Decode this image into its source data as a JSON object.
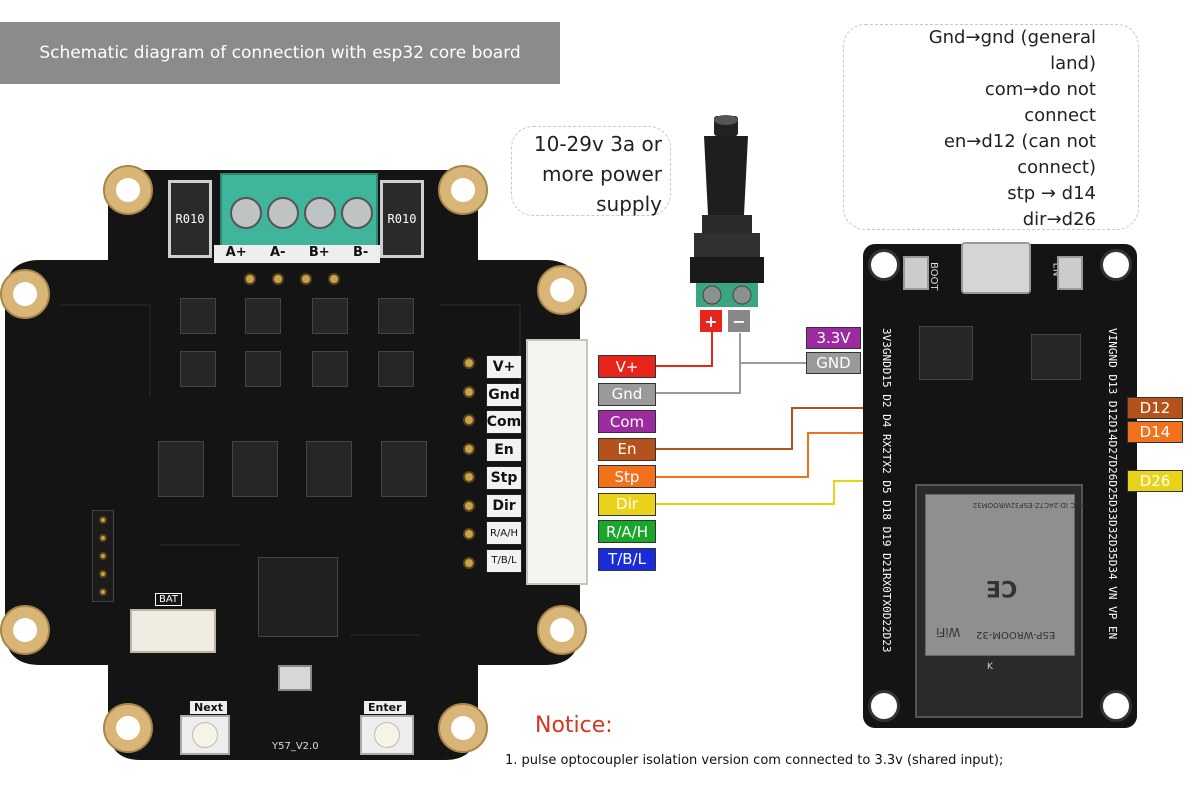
{
  "banner": "Schematic diagram of connection with esp32 core board",
  "power_note": [
    "10-29v 3a or",
    "more power",
    "supply"
  ],
  "mapping_note": [
    "Gnd→gnd (general",
    "land)",
    "com→do not",
    "connect",
    "en→d12 (can not",
    "connect)",
    "stp → d14",
    "dir→d26"
  ],
  "driver_board": {
    "motor_terminal_labels": [
      "A+",
      "A-",
      "B+",
      "B-"
    ],
    "resistor_labels": [
      "R010",
      "R010"
    ],
    "header_labels": [
      "V+",
      "Gnd",
      "Com",
      "En",
      "Stp",
      "Dir",
      "R/A/H",
      "T/B/L"
    ],
    "bat_label": "BAT",
    "next_button": "Next",
    "enter_button": "Enter",
    "version": "Y57_V2.0"
  },
  "signal_labels": [
    {
      "text": "V+",
      "color": "#e8251b"
    },
    {
      "text": "Gnd",
      "color": "#9a9a9a"
    },
    {
      "text": "Com",
      "color": "#9b2b9e"
    },
    {
      "text": "En",
      "color": "#b4521b"
    },
    {
      "text": "Stp",
      "color": "#f2711d"
    },
    {
      "text": "Dir",
      "color": "#e9d21a"
    },
    {
      "text": "R/A/H",
      "color": "#1aa62b"
    },
    {
      "text": "T/B/L",
      "color": "#1a2bd9"
    }
  ],
  "power_jack": {
    "plus": "+",
    "minus": "−",
    "plus_color": "#e8251b",
    "minus_color": "#888888"
  },
  "esp32_labels": [
    {
      "text": "3.3V",
      "color": "#9b2b9e"
    },
    {
      "text": "GND",
      "color": "#9a9a9a"
    },
    {
      "text": "D12",
      "color": "#b4521b"
    },
    {
      "text": "D14",
      "color": "#f2711d"
    },
    {
      "text": "D26",
      "color": "#e9d21a"
    }
  ],
  "esp32_board": {
    "boot_label": "BOOT",
    "en_label": "EN",
    "left_pins": "3V3GNDD15 D2 D4 RX2TX2 D5 D18 D19 D21RX0TX0D22D23",
    "right_pins": "VINGND D13 D12D14D27D26D25D33D32D35D34 VN VP EN",
    "module_label": "ESP-WROOM-32",
    "wifi_label": "WiFi",
    "fcc_label": "FCC ID:2AC7Z-ESP32WROOM32",
    "ce_label": "CE",
    "k_label": "K"
  },
  "notice": {
    "title": "Notice:",
    "title_color": "#d6361f",
    "line1": "1. pulse optocoupler isolation version com connected to 3.3v (shared input);"
  }
}
